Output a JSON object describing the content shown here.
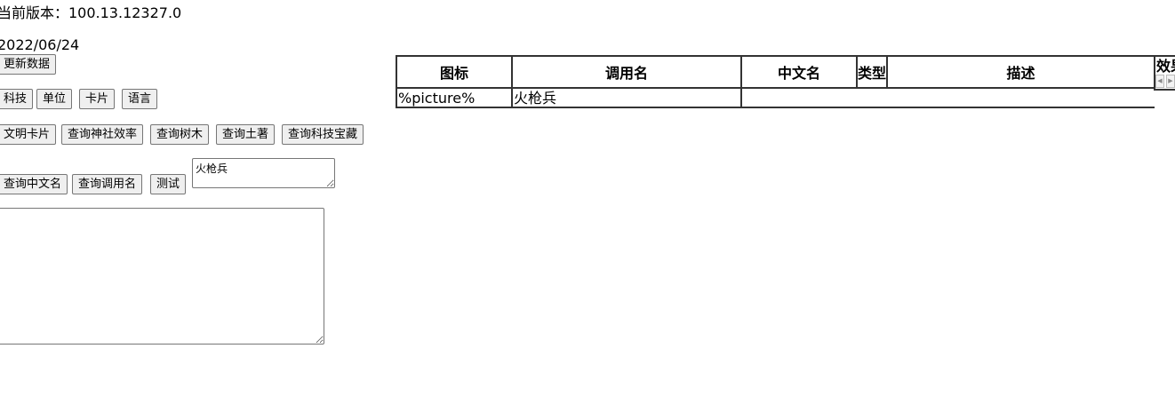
{
  "header": {
    "version": "当前版本：100.13.12327.0",
    "date": "2022/06/24"
  },
  "buttons": {
    "update_data": "更新数据",
    "tech": "科技",
    "unit": "单位",
    "card": "卡片",
    "language": "语言",
    "civ_card": "文明卡片",
    "shrine_eff": "查询神社效率",
    "trees": "查询树木",
    "natives": "查询土著",
    "tech_treasure": "查询科技宝藏",
    "query_cn_name": "查询中文名",
    "query_call_name": "查询调用名",
    "test": "测试"
  },
  "search": {
    "value": "火枪兵"
  },
  "output": {
    "value": ""
  },
  "table": {
    "columns": [
      "图标",
      "调用名",
      "中文名",
      "类型",
      "描述",
      "效果"
    ],
    "rows": [
      [
        "%picture%",
        "火枪兵",
        "",
        "",
        "",
        ""
      ]
    ]
  }
}
